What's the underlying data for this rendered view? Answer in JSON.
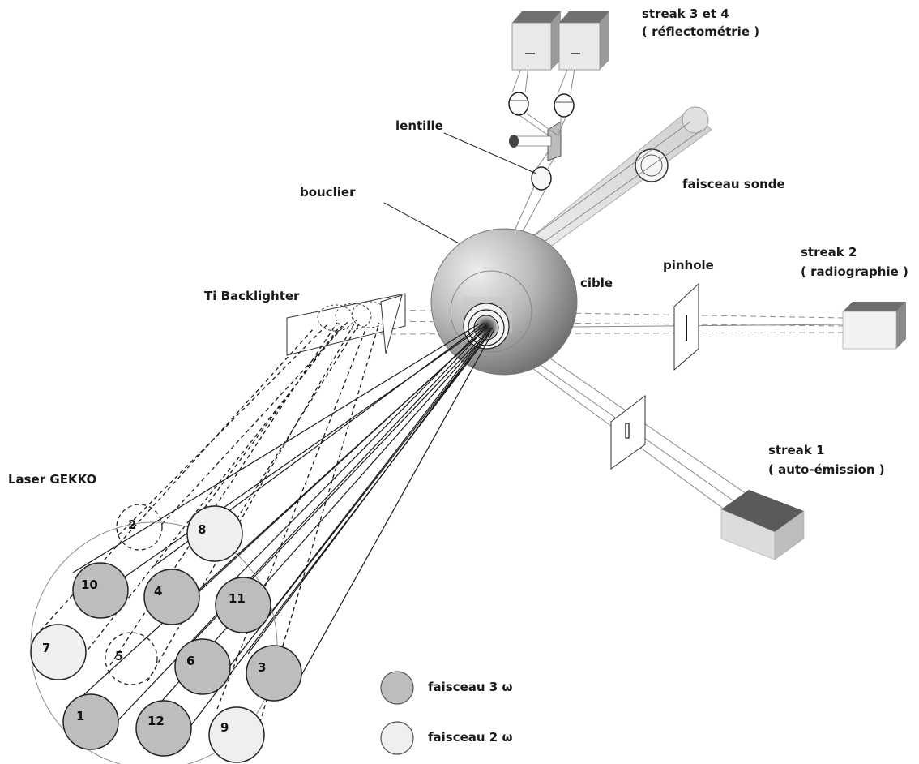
{
  "labels": {
    "streak34_line1": "streak 3 et 4",
    "streak34_line2": "( réflectométrie )",
    "lentille": "lentille",
    "faisceau_sonde": "faisceau sonde",
    "bouclier": "bouclier",
    "streak2_line1": "streak 2",
    "streak2_line2": "( radiographie )",
    "pinhole": "pinhole",
    "cible": "cible",
    "ti_backlighter": "Ti Backlighter",
    "streak1_line1": "streak 1",
    "streak1_line2": "( auto-émission )",
    "laser_gekko": "Laser GEKKO"
  },
  "legend": {
    "beam_3w": "faisceau 3 ω",
    "beam_2w": "faisceau 2 ω"
  },
  "colors": {
    "beam_3w": "#bdbdbd",
    "beam_2w": "#efefef",
    "sphere_light": "#e6e6e6",
    "sphere_dark": "#6e6e6e"
  },
  "beams": [
    {
      "id": "1",
      "kind": "3w"
    },
    {
      "id": "2",
      "kind": "unused"
    },
    {
      "id": "3",
      "kind": "3w"
    },
    {
      "id": "4",
      "kind": "3w"
    },
    {
      "id": "5",
      "kind": "unused"
    },
    {
      "id": "6",
      "kind": "3w"
    },
    {
      "id": "7",
      "kind": "2w"
    },
    {
      "id": "8",
      "kind": "2w"
    },
    {
      "id": "9",
      "kind": "2w"
    },
    {
      "id": "10",
      "kind": "3w"
    },
    {
      "id": "11",
      "kind": "3w"
    },
    {
      "id": "12",
      "kind": "3w"
    }
  ]
}
